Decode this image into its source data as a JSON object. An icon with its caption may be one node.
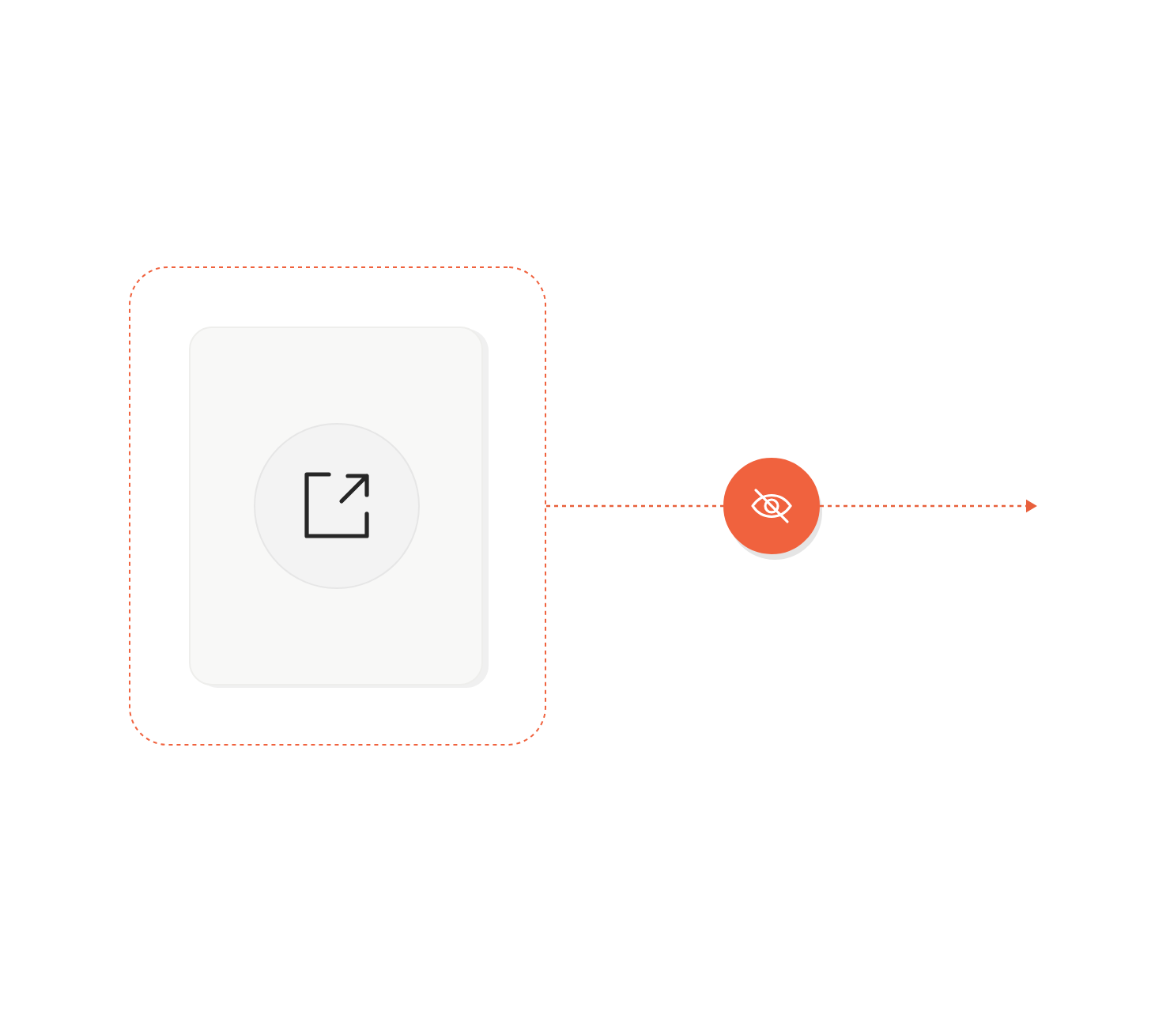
{
  "diagram": {
    "nodes": [
      {
        "text": [],
        "shape": "box"
      },
      {
        "text": [],
        "shape": "box",
        "in": 0
      },
      {
        "text": [],
        "shape": "circle",
        "in": 1
      },
      {
        "text": [],
        "shape": "circle"
      }
    ],
    "edges": [
      {
        "from": 0,
        "to": 3,
        "arrow": "none",
        "style": "dashed"
      },
      {
        "from": 3,
        "to": null,
        "arrow": "to",
        "style": "dashed"
      }
    ]
  }
}
